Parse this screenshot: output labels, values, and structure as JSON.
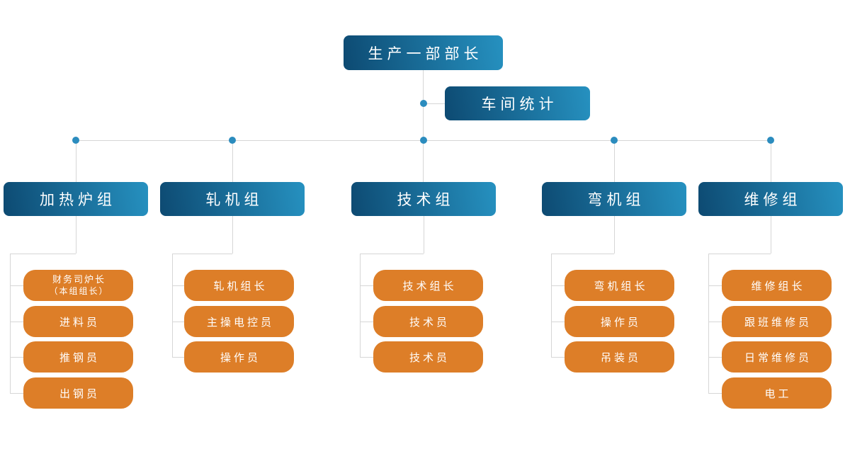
{
  "root": {
    "label": "生产一部部长"
  },
  "staff": {
    "label": "车间统计"
  },
  "groups": [
    {
      "label": "加热炉组",
      "members": [
        {
          "label": "财务司炉长",
          "sublabel": "（本组组长）"
        },
        {
          "label": "进料员"
        },
        {
          "label": "推钢员"
        },
        {
          "label": "出钢员"
        }
      ]
    },
    {
      "label": "轧机组",
      "members": [
        {
          "label": "轧机组长"
        },
        {
          "label": "主操电控员"
        },
        {
          "label": "操作员"
        }
      ]
    },
    {
      "label": "技术组",
      "members": [
        {
          "label": "技术组长"
        },
        {
          "label": "技术员"
        },
        {
          "label": "技术员"
        }
      ]
    },
    {
      "label": "弯机组",
      "members": [
        {
          "label": "弯机组长"
        },
        {
          "label": "操作员"
        },
        {
          "label": "吊装员"
        }
      ]
    },
    {
      "label": "维修组",
      "members": [
        {
          "label": "维修组长"
        },
        {
          "label": "跟班维修员"
        },
        {
          "label": "日常维修员"
        },
        {
          "label": "电工"
        }
      ]
    }
  ],
  "colors": {
    "blue_dark": "#0d4a72",
    "blue_light": "#2691c0",
    "orange": "#dd7e28",
    "line": "#d6d6d6",
    "dot": "#2b8cbe",
    "text": "#ffffff",
    "bg": "#ffffff"
  }
}
